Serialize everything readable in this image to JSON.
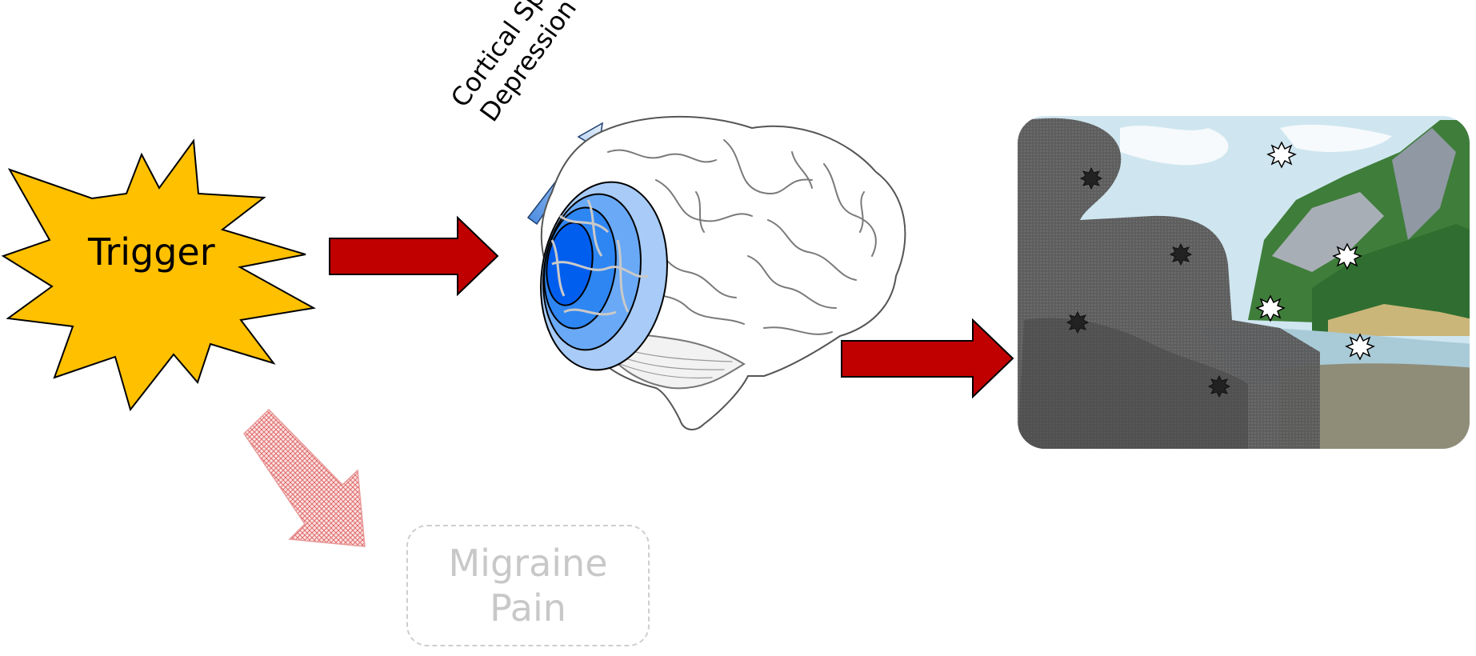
{
  "diagram": {
    "trigger": {
      "label": "Trigger",
      "icon": "starburst-icon",
      "color": "#FFC000"
    },
    "csd": {
      "line1": "Cortical Spreading",
      "line2": "Depression (CSD)"
    },
    "pain": {
      "line1": "Migraine",
      "line2": "Pain"
    },
    "brain": {
      "icon": "brain-icon",
      "wave_colors": [
        "#005EEF",
        "#2E86F2",
        "#6AA9F5",
        "#A8CBF7"
      ]
    },
    "aura_scene": {
      "icon": "landscape-with-visual-disturbance-icon"
    },
    "colors": {
      "arrow": "#C00000",
      "faded_arrow": "#F3A4A4",
      "csd_arrow": "#8DB4E2"
    }
  }
}
